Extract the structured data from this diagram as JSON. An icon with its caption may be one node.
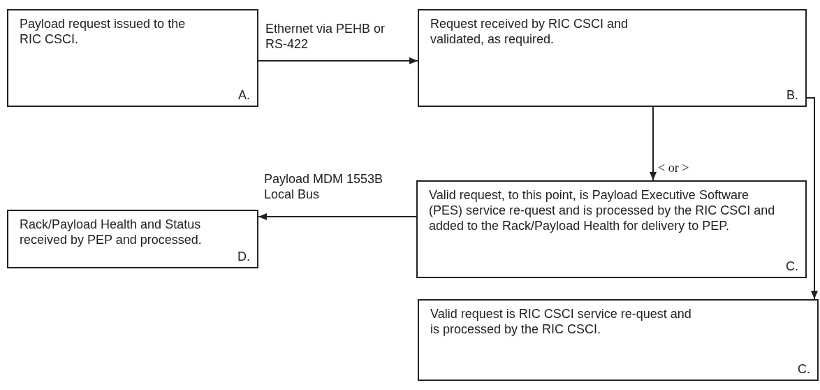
{
  "diagram": {
    "nodes": [
      {
        "text": [
          "Payload request issued to the RIC CSCI.",
          "A."
        ]
      },
      {
        "text": [
          "Request received by RIC CSCI and validated, as required.",
          "B."
        ]
      },
      {
        "text": [
          "Rack/Payload Health and Status received by PEP and processed.",
          "D."
        ]
      },
      {
        "text": [
          "Valid request, to this point, is Payload Executive Software (PES) service re-quest and is processed by the RIC CSCI and added to the Rack/Payload Health for delivery to PEP.",
          "C."
        ]
      },
      {
        "text": [
          "Valid request is RIC CSCI service re-quest and is processed by the RIC CSCI.",
          "C."
        ]
      }
    ],
    "edges": [
      {
        "from": 0,
        "to": 1,
        "arrow": "to",
        "label": "Ethernet via PEHB or RS-422"
      },
      {
        "from": 1,
        "to": 3,
        "arrow": "to",
        "label": "< or >"
      },
      {
        "from": 3,
        "to": 2,
        "arrow": "to",
        "label": "Payload MDM 1553B Local Bus"
      },
      {
        "from": 1,
        "to": 4,
        "arrow": "to"
      }
    ]
  }
}
